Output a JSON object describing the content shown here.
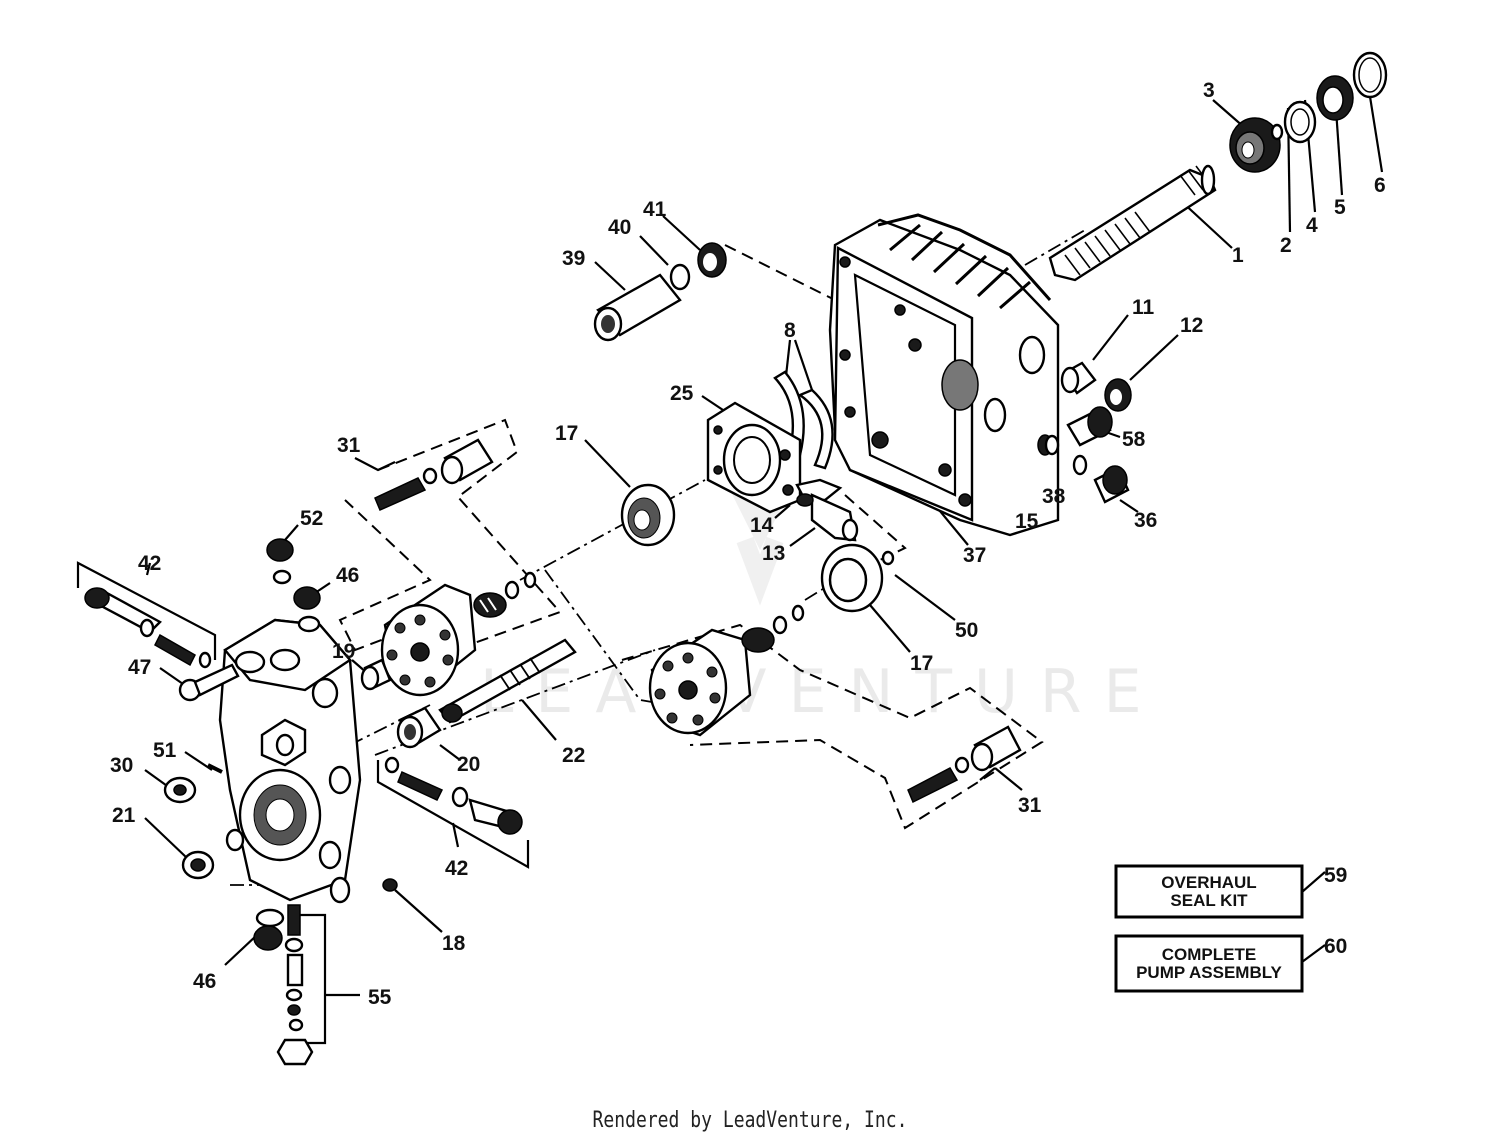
{
  "footer": {
    "text": "Rendered by LeadVenture, Inc."
  },
  "watermark": {
    "text": "LEADVENTURE"
  },
  "kits": [
    {
      "line1": "OVERHAUL",
      "line2": "SEAL KIT",
      "callout": "59"
    },
    {
      "line1": "COMPLETE",
      "line2": "PUMP ASSEMBLY",
      "callout": "60"
    }
  ],
  "callouts": [
    {
      "id": "c-3",
      "label": "3"
    },
    {
      "id": "c-2",
      "label": "2"
    },
    {
      "id": "c-4",
      "label": "4"
    },
    {
      "id": "c-5",
      "label": "5"
    },
    {
      "id": "c-6",
      "label": "6"
    },
    {
      "id": "c-1",
      "label": "1"
    },
    {
      "id": "c-41",
      "label": "41"
    },
    {
      "id": "c-40",
      "label": "40"
    },
    {
      "id": "c-39",
      "label": "39"
    },
    {
      "id": "c-11",
      "label": "11"
    },
    {
      "id": "c-12",
      "label": "12"
    },
    {
      "id": "c-8",
      "label": "8"
    },
    {
      "id": "c-25",
      "label": "25"
    },
    {
      "id": "c-58",
      "label": "58"
    },
    {
      "id": "c-17a",
      "label": "17"
    },
    {
      "id": "c-31a",
      "label": "31"
    },
    {
      "id": "c-38",
      "label": "38"
    },
    {
      "id": "c-36",
      "label": "36"
    },
    {
      "id": "c-15",
      "label": "15"
    },
    {
      "id": "c-14",
      "label": "14"
    },
    {
      "id": "c-13",
      "label": "13"
    },
    {
      "id": "c-37",
      "label": "37"
    },
    {
      "id": "c-52",
      "label": "52"
    },
    {
      "id": "c-42a",
      "label": "42"
    },
    {
      "id": "c-46a",
      "label": "46"
    },
    {
      "id": "c-50",
      "label": "50"
    },
    {
      "id": "c-17b",
      "label": "17"
    },
    {
      "id": "c-47",
      "label": "47"
    },
    {
      "id": "c-19",
      "label": "19"
    },
    {
      "id": "c-22",
      "label": "22"
    },
    {
      "id": "c-20",
      "label": "20"
    },
    {
      "id": "c-51",
      "label": "51"
    },
    {
      "id": "c-30",
      "label": "30"
    },
    {
      "id": "c-31b",
      "label": "31"
    },
    {
      "id": "c-21",
      "label": "21"
    },
    {
      "id": "c-42b",
      "label": "42"
    },
    {
      "id": "c-18",
      "label": "18"
    },
    {
      "id": "c-46b",
      "label": "46"
    },
    {
      "id": "c-55",
      "label": "55"
    }
  ]
}
